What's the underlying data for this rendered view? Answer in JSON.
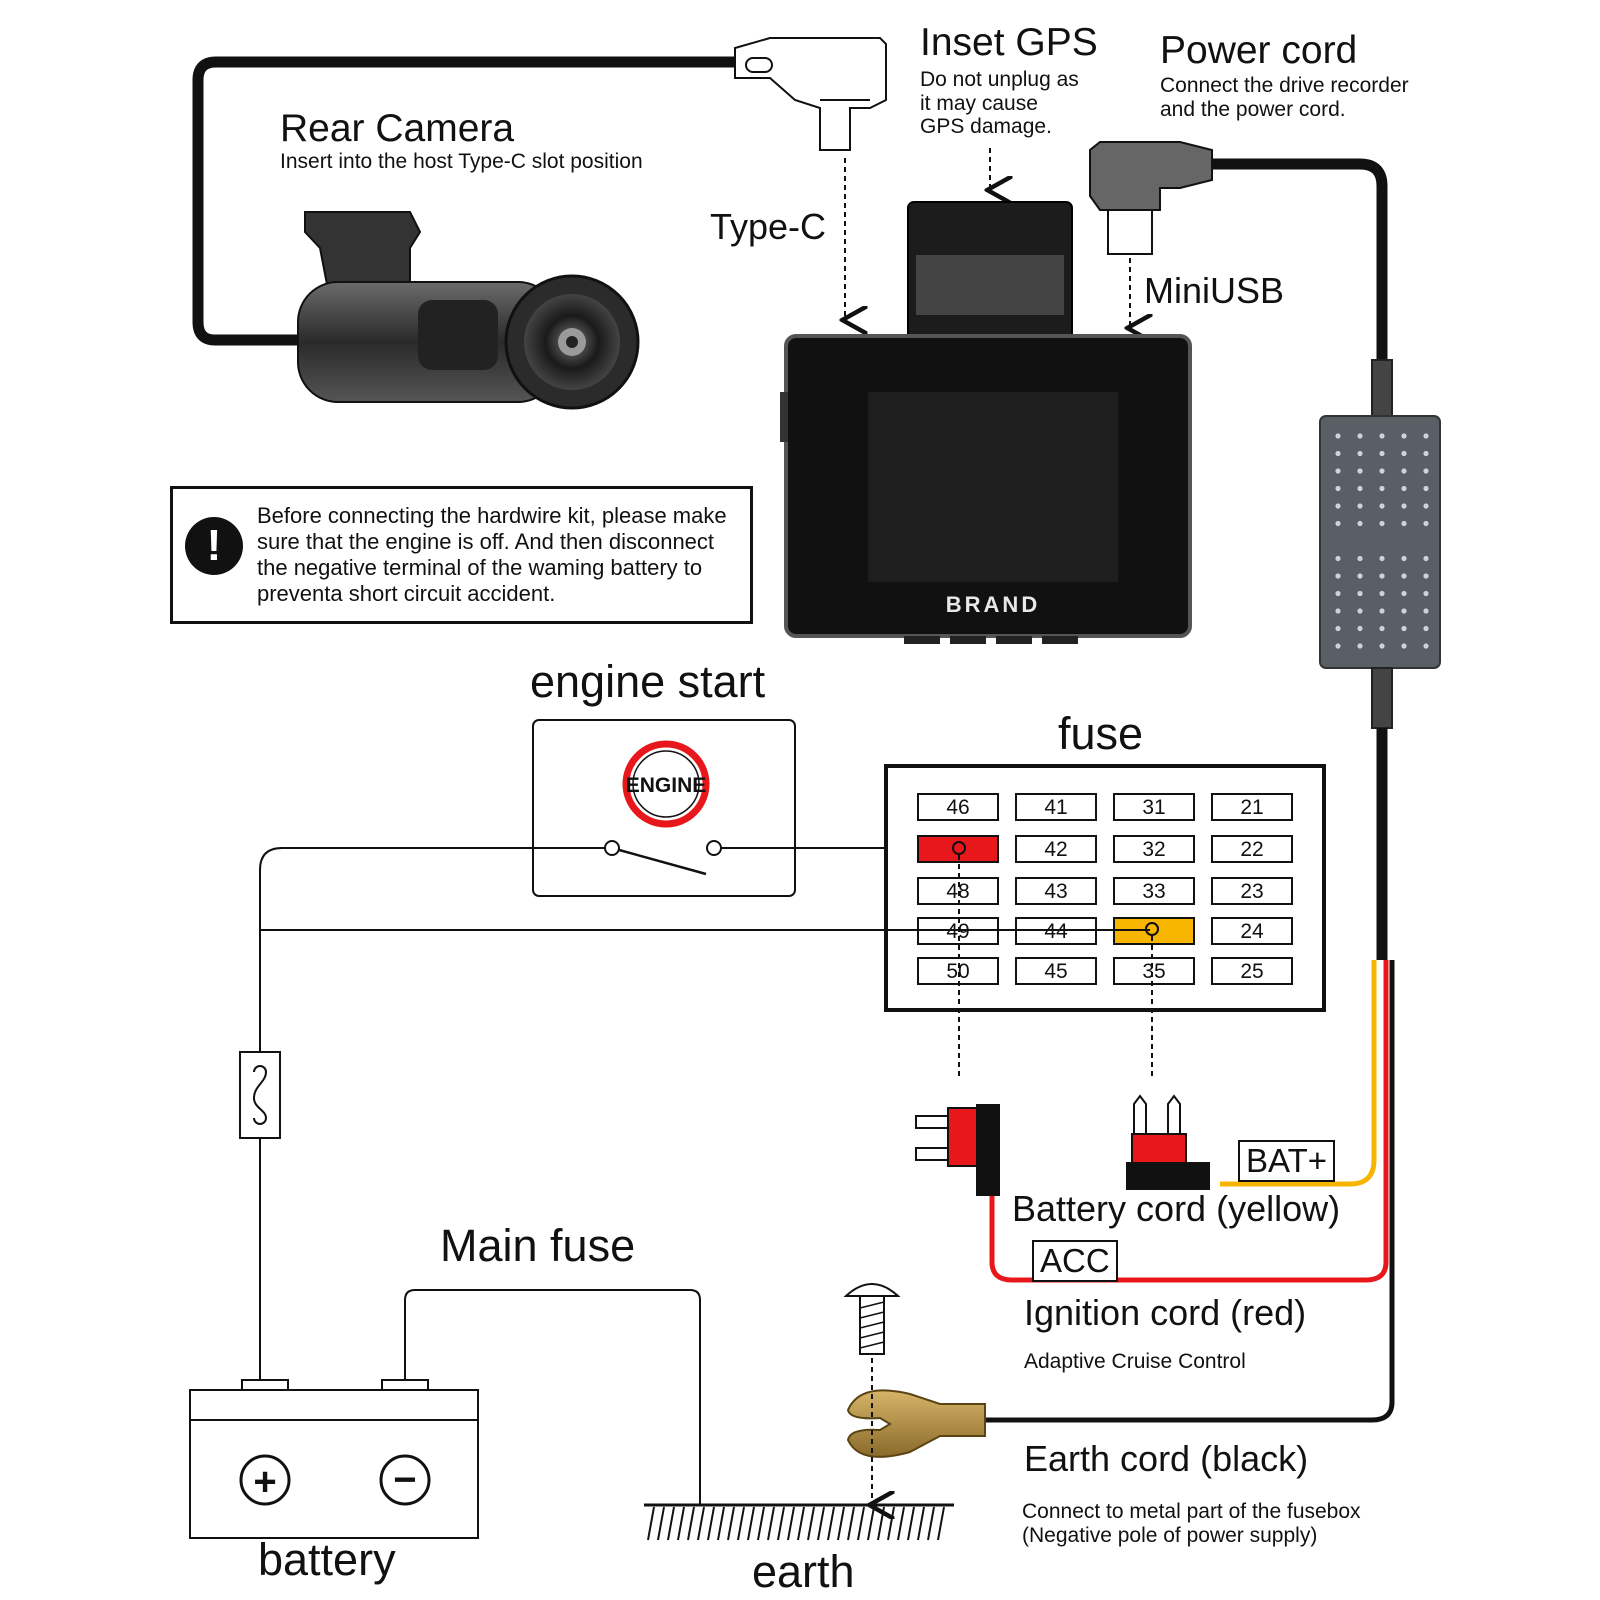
{
  "header": {
    "inset_gps": {
      "title": "Inset GPS",
      "note": "Do not unplug as\nit may cause\nGPS damage."
    },
    "power_cord": {
      "title": "Power cord",
      "note": "Connect the drive recorder\nand the power cord."
    },
    "rear_camera": {
      "title": "Rear Camera",
      "note": "Insert into the host Type-C slot position"
    }
  },
  "ports": {
    "type_c": "Type-C",
    "mini_usb": "MiniUSB"
  },
  "device": {
    "brand": "BRAND"
  },
  "warning": {
    "icon": "exclamation-icon",
    "glyph": "!",
    "text": "Before connecting the hardwire kit, please make sure that the engine is off. And then disconnect the negative terminal of the waming battery to preventa short circuit accident."
  },
  "engine": {
    "title": "engine start",
    "button_label": "ENGINE"
  },
  "fuse": {
    "title": "fuse",
    "grid": [
      [
        "46",
        "41",
        "31",
        "21"
      ],
      [
        "",
        "42",
        "32",
        "22"
      ],
      [
        "48",
        "43",
        "33",
        "23"
      ],
      [
        "49",
        "44",
        "",
        "24"
      ],
      [
        "50",
        "45",
        "35",
        "25"
      ]
    ],
    "highlight_colors": {
      "acc": "#e8171b",
      "bat": "#f7b500"
    }
  },
  "cords": {
    "bat_tag": "BAT+",
    "battery_cord": "Battery cord (yellow)",
    "acc_tag": "ACC",
    "ignition_cord": "Ignition cord (red)",
    "ignition_note": "Adaptive Cruise Control",
    "earth_cord": "Earth cord (black)",
    "earth_note": "Connect to metal part of the fusebox\n(Negative pole of power supply)"
  },
  "bottom": {
    "main_fuse": "Main fuse",
    "battery": "battery",
    "earth": "earth",
    "plus": "+",
    "minus": "−"
  },
  "colors": {
    "wire": "#111111",
    "red_wire": "#e8171b",
    "yellow_wire": "#f7b500",
    "brass": "#b08a3c",
    "module": "#5a5f66"
  }
}
